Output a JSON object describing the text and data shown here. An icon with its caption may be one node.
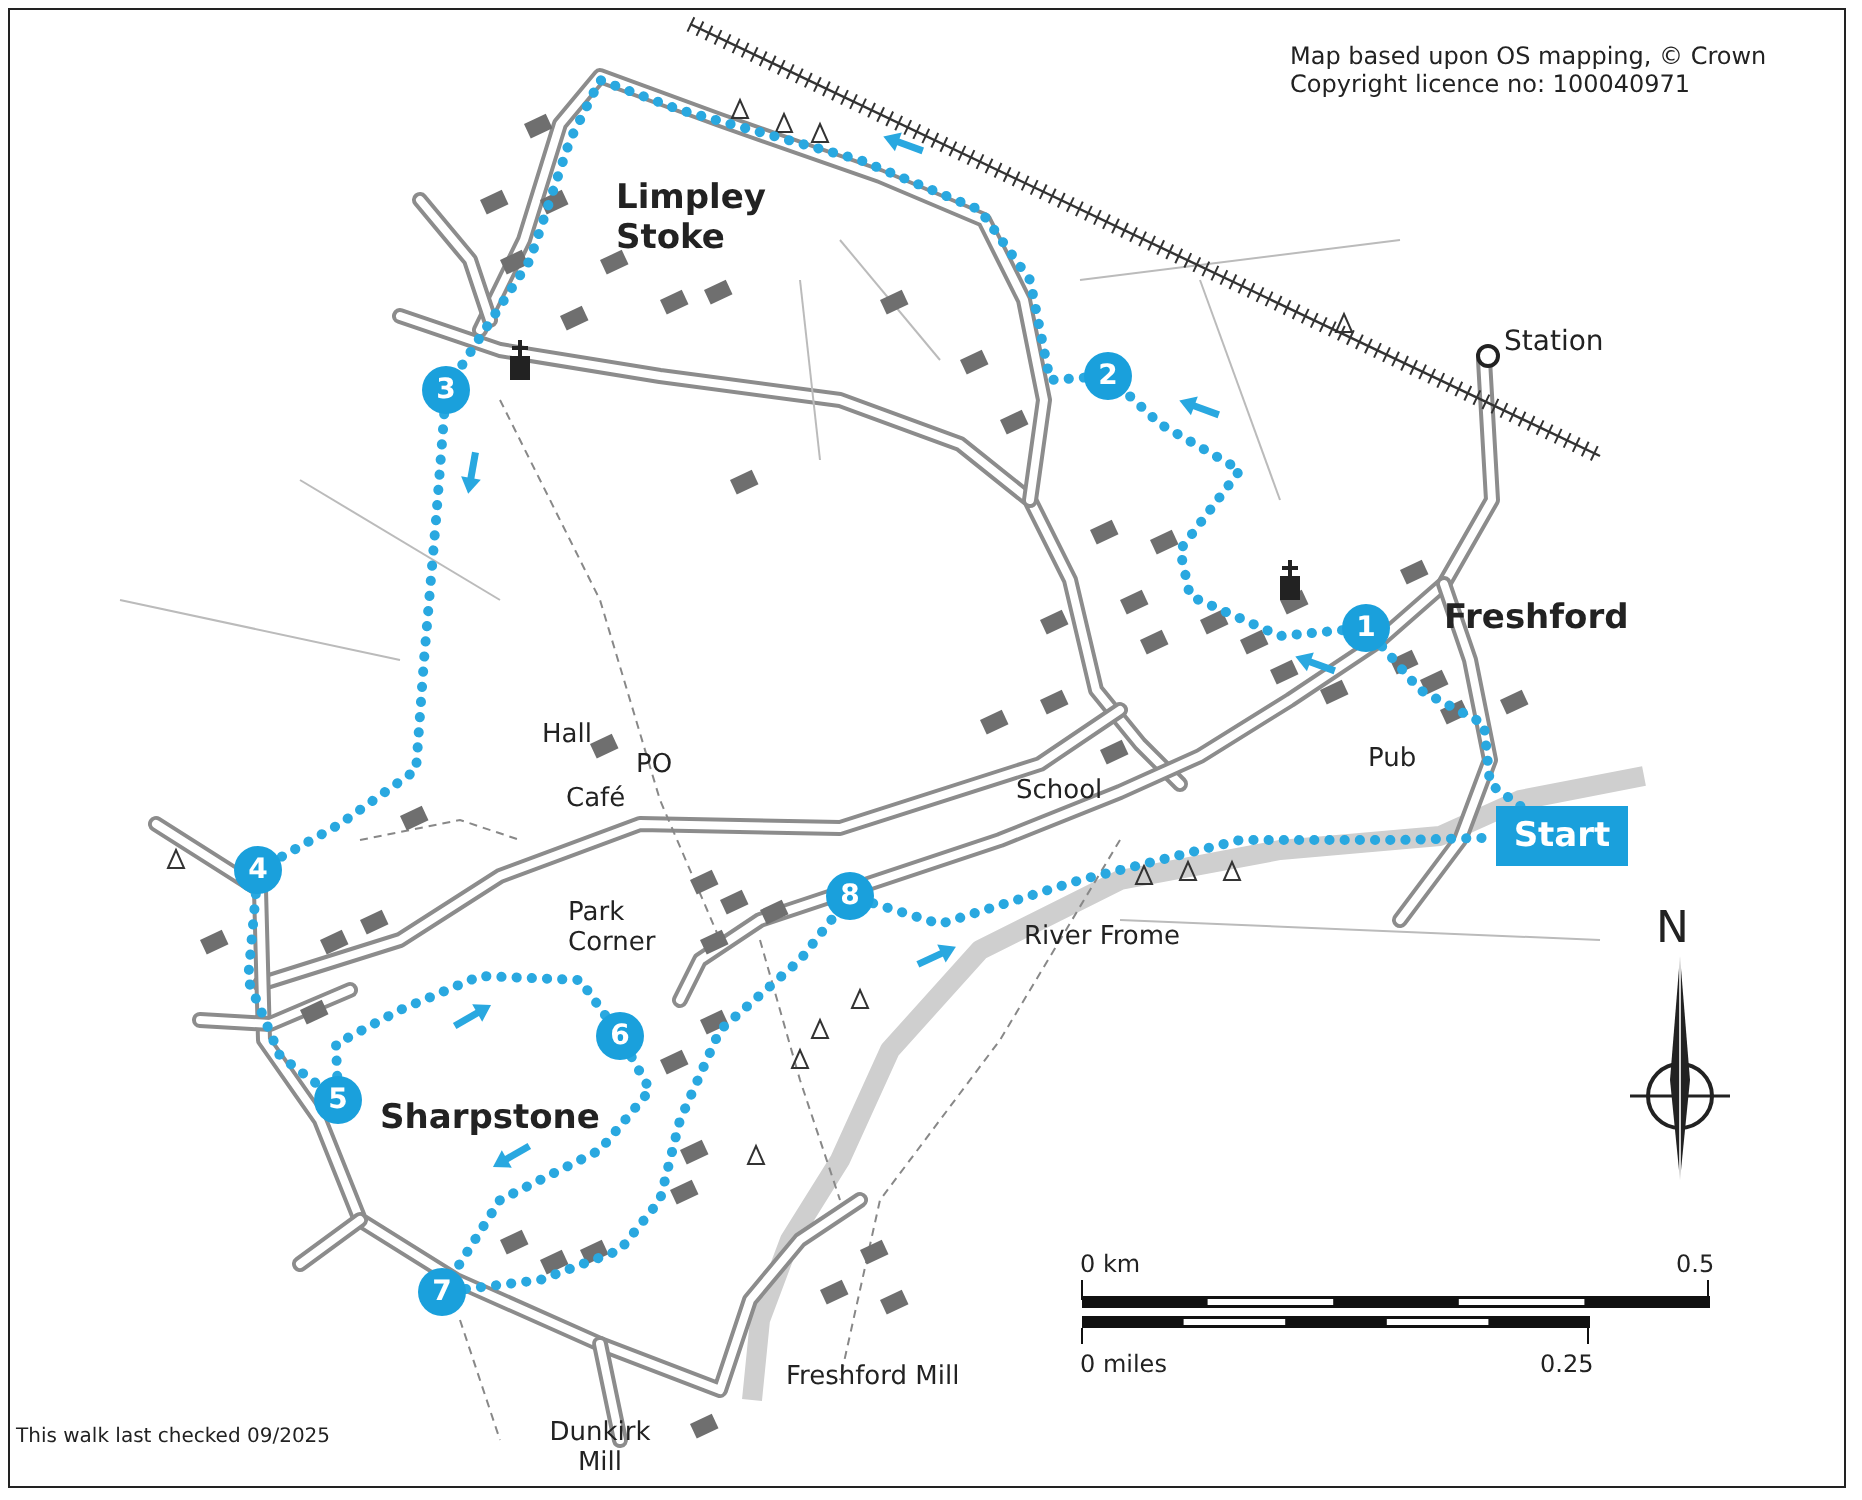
{
  "diagram": {
    "nodes": [
      {
        "text": [
          "Start"
        ]
      },
      {
        "text": [
          "1"
        ]
      },
      {
        "text": [
          "2"
        ]
      },
      {
        "text": [
          "3"
        ]
      },
      {
        "text": [
          "4"
        ]
      },
      {
        "text": [
          "5"
        ]
      },
      {
        "text": [
          "6"
        ]
      },
      {
        "text": [
          "7"
        ]
      },
      {
        "text": [
          "8"
        ]
      }
    ],
    "edges": [
      {
        "from": 0,
        "to": 1,
        "arrow": "none"
      },
      {
        "from": 1,
        "to": 2,
        "arrow": "none"
      },
      {
        "from": 2,
        "to": 3,
        "arrow": "none"
      },
      {
        "from": 3,
        "to": 4,
        "arrow": "none"
      },
      {
        "from": 4,
        "to": 5,
        "arrow": "none"
      },
      {
        "from": 5,
        "to": 6,
        "arrow": "none"
      },
      {
        "from": 6,
        "to": 7,
        "arrow": "none"
      },
      {
        "from": 7,
        "to": 8,
        "arrow": "none"
      },
      {
        "from": 8,
        "to": 0,
        "arrow": "none"
      }
    ],
    "labels": [
      "Map based upon OS mapping, © Crown Copyright licence no: 100040971",
      "Limpley Stoke",
      "Station",
      "Freshford",
      "Hall",
      "PO",
      "Pub",
      "Café",
      "School",
      "Park Corner",
      "River Frome",
      "N",
      "Sharpstone",
      "0 km",
      "0.5",
      "0 miles",
      "0.25",
      "Freshford Mill",
      "This walk last checked 09/2025",
      "Dunkirk Mill"
    ]
  }
}
